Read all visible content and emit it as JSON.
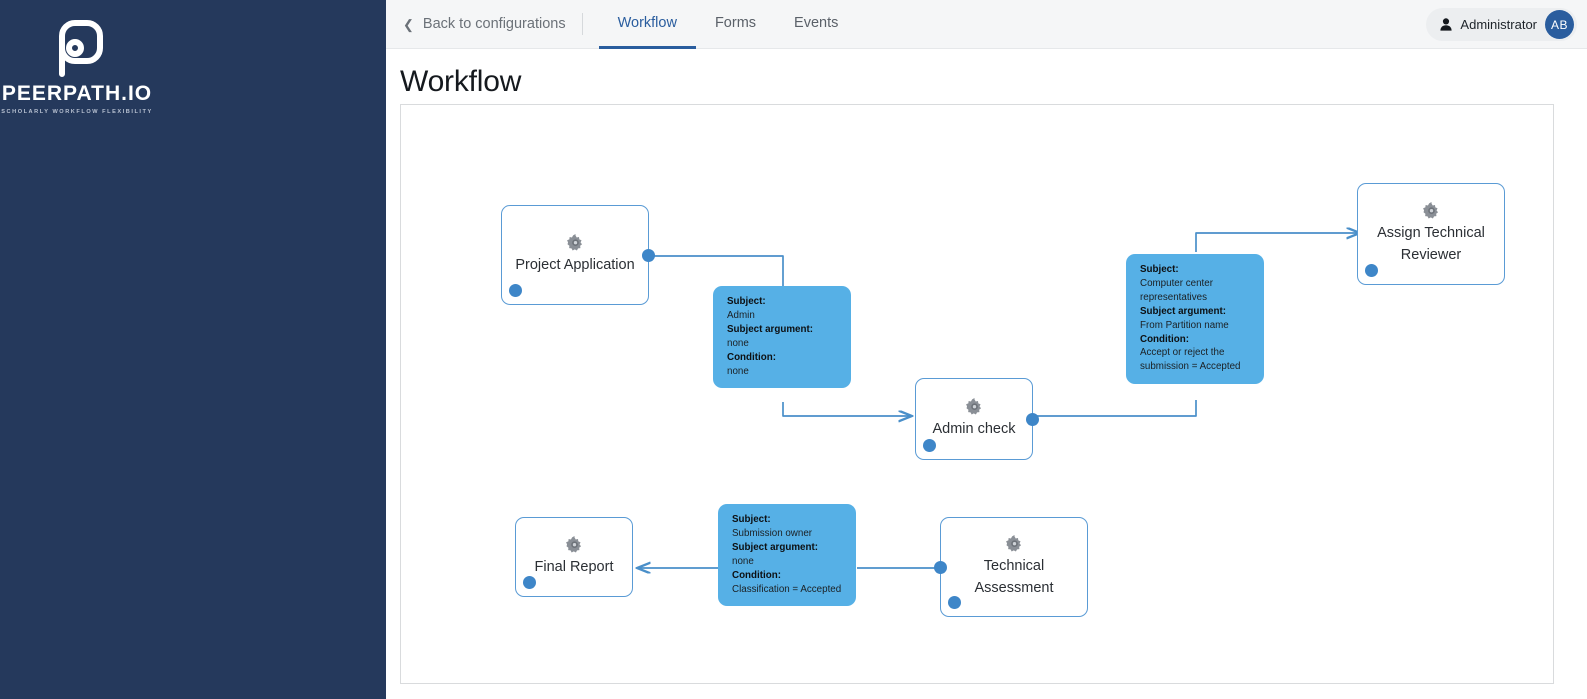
{
  "brand": {
    "name": "PEERPATH.IO",
    "tagline": "SCHOLARLY WORKFLOW FLEXIBILITY",
    "logo_icon": "peerpath-p-logo",
    "sidebar_color": "#25395c"
  },
  "topbar": {
    "back_label": "Back to configurations",
    "back_icon": "chevron-left-icon",
    "tabs": [
      {
        "label": "Workflow",
        "active": true
      },
      {
        "label": "Forms",
        "active": false
      },
      {
        "label": "Events",
        "active": false
      }
    ],
    "user": {
      "name": "Administrator",
      "initials": "AB",
      "icon": "user-icon",
      "avatar_color": "#2a5d9e"
    },
    "accent_color": "#2a5d9e"
  },
  "page": {
    "title": "Workflow"
  },
  "diagram": {
    "node_border_color": "#5a9bd5",
    "port_color": "#3e86c8",
    "edge_color": "#4a8fc9",
    "label_bg_color": "#56b0e6",
    "node_icon": "gear-icon",
    "nodes": [
      {
        "id": "project-application",
        "label": "Project Application"
      },
      {
        "id": "assign-technical-reviewer",
        "label": "Assign Technical Reviewer"
      },
      {
        "id": "admin-check",
        "label": "Admin check"
      },
      {
        "id": "final-report",
        "label": "Final Report"
      },
      {
        "id": "technical-assessment",
        "label": "Technical Assessment"
      }
    ],
    "edge_labels": [
      {
        "id": "edge-label-admin",
        "subject_key": "Subject:",
        "subject_value": "Admin",
        "argument_key": "Subject argument:",
        "argument_value": "none",
        "condition_key": "Condition:",
        "condition_value": "none"
      },
      {
        "id": "edge-label-computer-center",
        "subject_key": "Subject:",
        "subject_value": "Computer center representatives",
        "argument_key": "Subject argument:",
        "argument_value": "From Partition name",
        "condition_key": "Condition:",
        "condition_value": "Accept or reject the submission = Accepted"
      },
      {
        "id": "edge-label-submission-owner",
        "subject_key": "Subject:",
        "subject_value": "Submission owner",
        "argument_key": "Subject argument:",
        "argument_value": "none",
        "condition_key": "Condition:",
        "condition_value": "Classification = Accepted"
      }
    ]
  }
}
